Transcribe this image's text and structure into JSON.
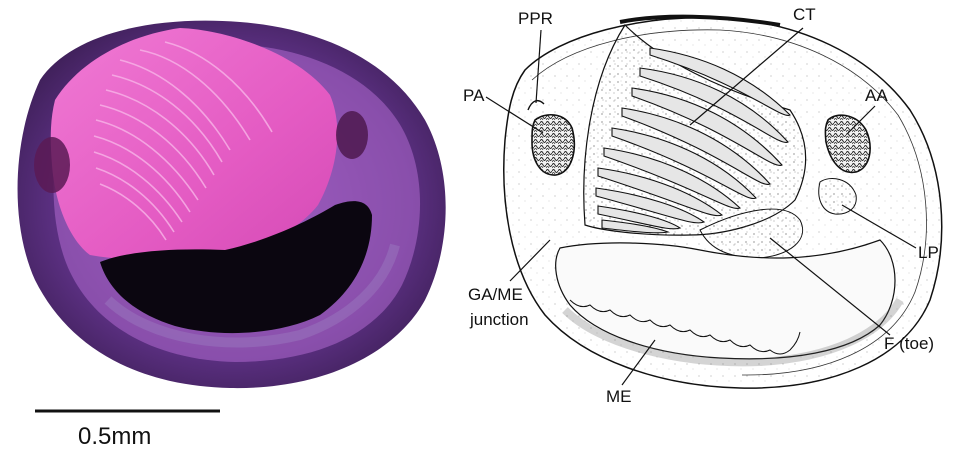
{
  "scale_bar": {
    "label": "0.5mm"
  },
  "labels": {
    "ppr": "PPR",
    "ct": "CT",
    "pa": "PA",
    "aa": "AA",
    "lp": "LP",
    "ga_me_line1": "GA/ME",
    "ga_me_line2": "junction",
    "f_toe": "F (toe)",
    "me": "ME"
  },
  "colors": {
    "stain_pink": "#e05fc0",
    "stain_purple": "#6a3b8c",
    "dark_cavity": "#0b0610",
    "ink": "#111111"
  }
}
